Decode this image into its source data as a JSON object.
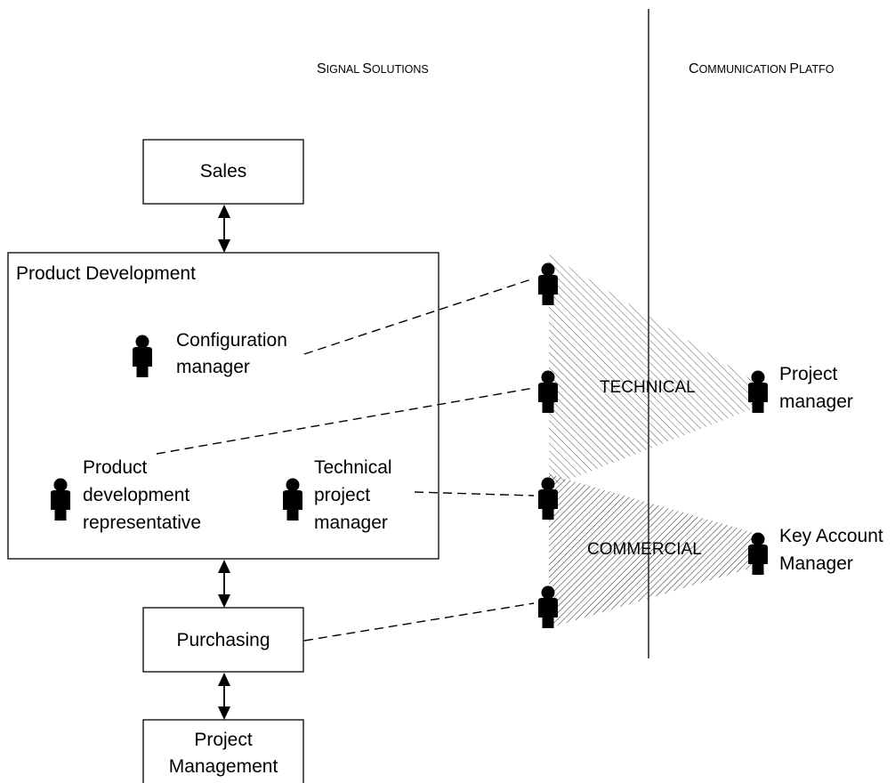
{
  "organizations": {
    "left_title_cap1": "S",
    "left_title_rest1": "IGNAL ",
    "left_title_cap2": "S",
    "left_title_rest2": "OLUTIONS",
    "right_title_cap1": "C",
    "right_title_rest1": "OMMUNICATION ",
    "right_title_cap2": "P",
    "right_title_rest2": "LATFO"
  },
  "boxes": {
    "sales": "Sales",
    "product_development": "Product Development",
    "purchasing": "Purchasing",
    "project_management_line1": "Project",
    "project_management_line2": "Management"
  },
  "roles": {
    "configuration_manager": [
      "Configuration",
      "manager"
    ],
    "product_development_representative": [
      "Product",
      "development",
      "representative"
    ],
    "technical_project_manager": [
      "Technical",
      "project",
      "manager"
    ],
    "project_manager": [
      "Project",
      "manager"
    ],
    "key_account_manager": [
      "Key Account",
      "Manager"
    ]
  },
  "bands": {
    "technical": "TECHNICAL",
    "commercial": "COMMERCIAL"
  }
}
